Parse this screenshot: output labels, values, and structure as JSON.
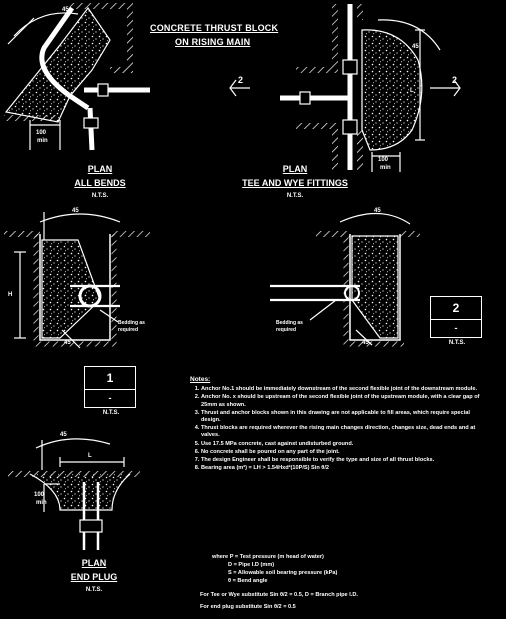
{
  "title": {
    "line1": "CONCRETE THRUST BLOCK",
    "line2": "ON RISING MAIN"
  },
  "views": {
    "bends": {
      "cap1": "PLAN",
      "cap2": "ALL BENDS",
      "nts": "N.T.S.",
      "dim_w": "100",
      "dim_unit": "min",
      "angle": "45"
    },
    "tee": {
      "cap1": "PLAN",
      "cap2": "TEE AND WYE FITTINGS",
      "nts": "N.T.S.",
      "dim_w": "100",
      "dim_unit": "min",
      "angle": "45",
      "section_left": "2",
      "section_right": "2",
      "dim_h": "L"
    },
    "section1": {
      "angle": "45",
      "dim_h": "H",
      "bedding": "Bedding as required",
      "nts": "N.T.S."
    },
    "section2": {
      "angle": "45",
      "bedding": "Bedding as required",
      "nts": "N.T.S."
    },
    "endplug": {
      "cap1": "PLAN",
      "cap2": "END PLUG",
      "nts": "N.T.S.",
      "dim_w": "100",
      "dim_unit": "min",
      "angle": "45",
      "dim_l": "L"
    }
  },
  "boxes": {
    "section1": {
      "number": "1",
      "dash": "-",
      "nts": "N.T.S."
    },
    "section2": {
      "number": "2",
      "dash": "-",
      "nts": "N.T.S."
    }
  },
  "notes": {
    "heading": "Notes:",
    "items": [
      "Anchor No.1 should be immediately downstream of the second flexible joint of the downstream module.",
      "Anchor No. x should be upstream of the second flexible joint of the upstream module, with a clear gap of 25mm as shown.",
      "Thrust and anchor blocks shown in this drawing are not applicable to fill areas, which require special design.",
      "Thrust blocks are required wherever the rising main changes direction, changes size, dead ends and at valves.",
      "Use 17.5 MPa concrete, cast against undisturbed ground.",
      "No concrete shall be poured on any part of the joint.",
      "The design Engineer shall be responsible to verify the type and size of all thrust blocks."
    ],
    "item8_lead": "Bearing area (m²) = LH > 1.54Hxd²(10P/S) Sin θ/2",
    "where_lines": [
      "where P = Test pressure (m head of water)",
      "D = Pipe I.D (mm)",
      "S = Allowable soil bearing pressure (kPa)",
      "θ = Bend angle"
    ],
    "tee_line": "For Tee or Wye substitute Sin θ/2 = 0.5, D = Branch pipe I.D.",
    "plug_line": "For end plug substitute Sin θ/2 = 0.5"
  }
}
